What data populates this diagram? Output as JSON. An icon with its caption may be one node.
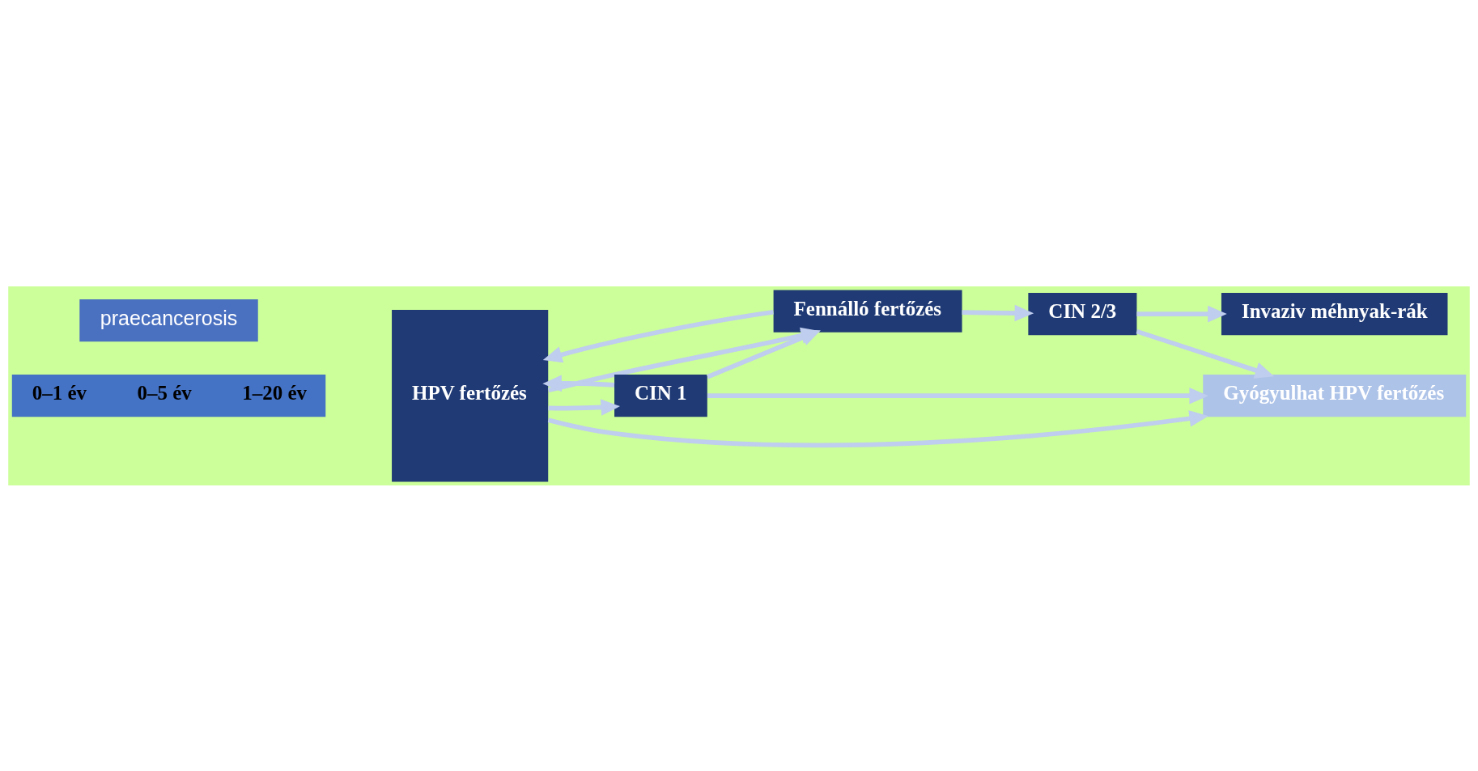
{
  "diagram": {
    "nodes": [
      {
        "text": [
          "0–1 év",
          "0–5 év",
          "1–20 év"
        ]
      },
      {
        "text": [
          "HPV fertőzés"
        ]
      },
      {
        "text": [
          "Fennálló fertőzés"
        ]
      },
      {
        "text": [
          "CIN 2/3"
        ]
      },
      {
        "text": [
          "Invaziv méhnyak-rák"
        ]
      },
      {
        "text": [
          "CIN 1"
        ]
      },
      {
        "text": [
          "praecancerosis"
        ]
      },
      {
        "text": [
          "Gyógyulhat HPV fertőzés"
        ]
      }
    ],
    "edges": [
      {
        "from": 1,
        "to": 2,
        "arrow": "to"
      },
      {
        "from": 2,
        "to": 1,
        "arrow": "to"
      },
      {
        "from": 1,
        "to": 5,
        "arrow": "to"
      },
      {
        "from": 5,
        "to": 1,
        "arrow": "to"
      },
      {
        "from": 5,
        "to": 2,
        "arrow": "to"
      },
      {
        "from": 2,
        "to": 3,
        "arrow": "to"
      },
      {
        "from": 3,
        "to": 4,
        "arrow": "to"
      },
      {
        "from": 1,
        "to": 7,
        "arrow": "to"
      },
      {
        "from": 5,
        "to": 7,
        "arrow": "to"
      },
      {
        "from": 3,
        "to": 7,
        "arrow": "to"
      }
    ]
  }
}
